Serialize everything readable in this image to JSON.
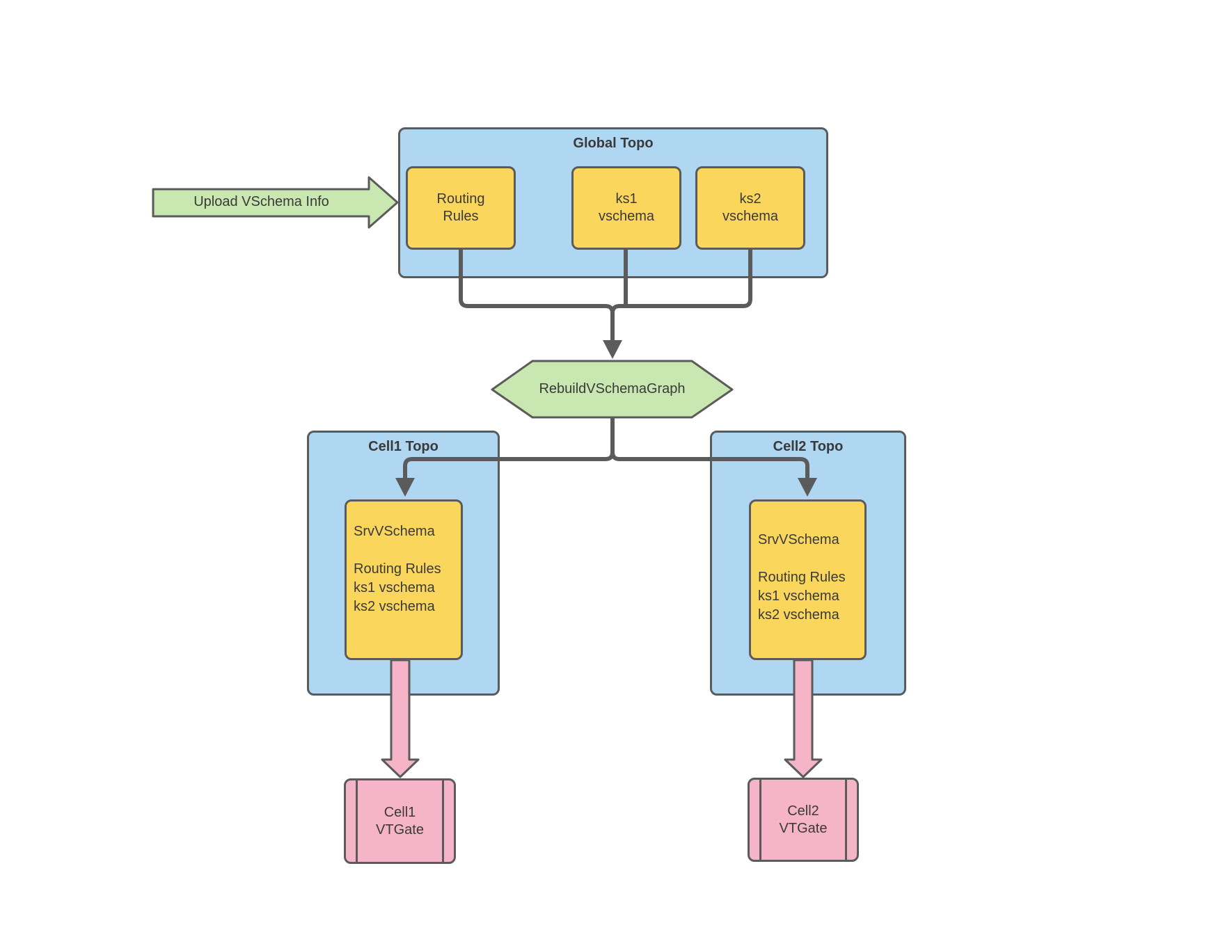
{
  "colors": {
    "blue": "#b0d7f1",
    "yellow": "#fbd65d",
    "green": "#c9e7b0",
    "pink": "#f5b4c7",
    "stroke": "#5b5b5b",
    "text": "#3a3a3a"
  },
  "diagram": {
    "upload_arrow": {
      "label": "Upload VSchema Info"
    },
    "global_topo": {
      "title": "Global Topo",
      "routing_rules": "Routing\nRules",
      "ks1": "ks1\nvschema",
      "ks2": "ks2\nvschema"
    },
    "rebuild_step": {
      "label": "RebuildVSchemaGraph"
    },
    "cell1_topo": {
      "title": "Cell1 Topo",
      "srv_vschema": "SrvVSchema\n\nRouting Rules\nks1 vschema\nks2 vschema"
    },
    "cell2_topo": {
      "title": "Cell2 Topo",
      "srv_vschema": "SrvVSchema\n\nRouting Rules\nks1 vschema\nks2 vschema"
    },
    "cell1_vtgate": {
      "label": "Cell1\nVTGate"
    },
    "cell2_vtgate": {
      "label": "Cell2\nVTGate"
    }
  }
}
